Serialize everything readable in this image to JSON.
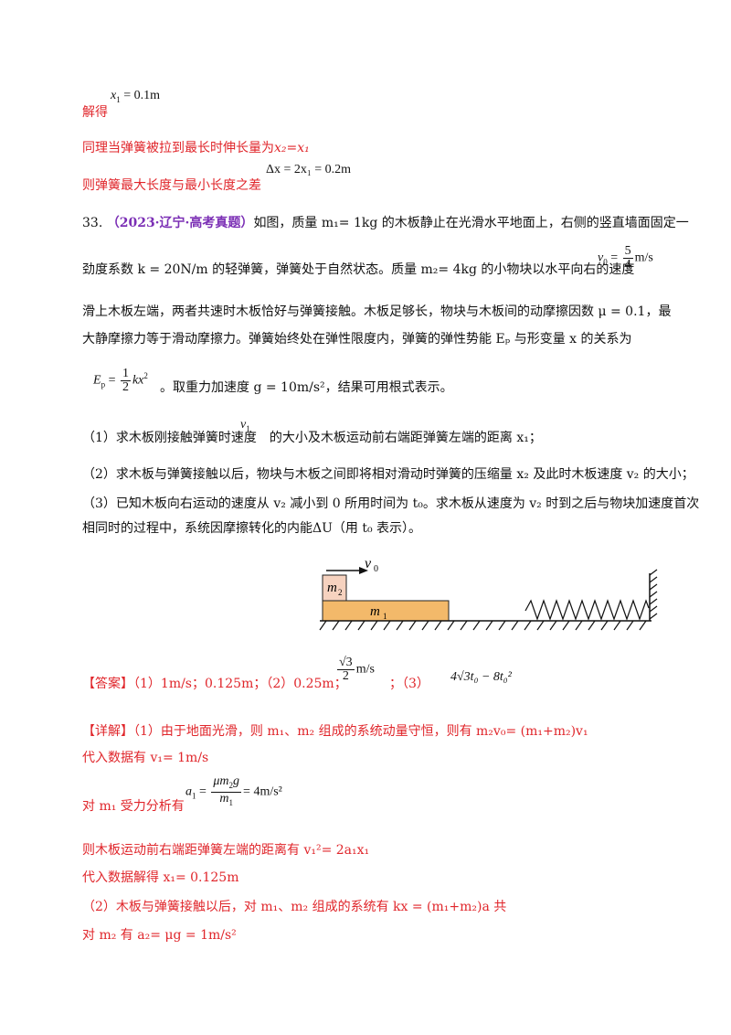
{
  "top": {
    "solve_label": "解得",
    "x1_eq": "= 0.1m",
    "line2": "同理当弹簧被拉到最长时伸长量为",
    "line2_eq": "x₂=x₁",
    "line3": "则弹簧最大长度与最小长度之差",
    "line3_eq": "Δx = 2x₁ = 0.2m"
  },
  "problem": {
    "number": "33.",
    "source": "（2023·辽宁·高考真题）",
    "p1": "如图，质量 m₁= 1kg 的木板静止在光滑水平地面上，右侧的竖直墙面固定一",
    "p2a": "劲度系数 k = 20N/m 的轻弹簧，弹簧处于自然状态。质量 m₂= 4kg 的小物块以水平向右的速度",
    "v0_num": "5",
    "v0_den": "4",
    "v0_unit": "m/s",
    "p3": "滑上木板左端，两者共速时木板恰好与弹簧接触。木板足够长，物块与木板间的动摩擦因数 μ = 0.1，最",
    "p4": "大静摩擦力等于滑动摩擦力。弹簧始终处在弹性限度内，弹簧的弹性势能 Eₚ 与形变量 x 的关系为",
    "p5": "。取重力加速度 g = 10m/s²，结果可用根式表示。",
    "q1a": "（1）求木板刚接触弹簧时速度",
    "q1b": "的大小及木板运动前右端距弹簧左端的距离 x₁；",
    "q2": "（2）求木板与弹簧接触以后，物块与木板之间即将相对滑动时弹簧的压缩量 x₂ 及此时木板速度 v₂ 的大小；",
    "q3a": "（3）已知木板向右运动的速度从 v₂ 减小到 0 所用时间为 t₀。求木板从速度为 v₂ 时到之后与物块加速度首次",
    "q3b": "相同时的过程中，系统因摩擦转化的内能ΔU（用 t₀ 表示）。"
  },
  "figure": {
    "v0_label": "v",
    "v0_sub": "0",
    "m2_label": "m",
    "m2_sub": "2",
    "m1_label": "m",
    "m1_sub": "1",
    "board_color": "#f3b96a",
    "block_color": "#f6d2bf"
  },
  "answer": {
    "tag": "【答案】",
    "a1": "（1）1m/s；0.125m；（2）0.25m；",
    "a2_unit": "m/s",
    "a2_sep": "；（3）",
    "a3": "4√3t₀ − 8t₀²"
  },
  "detail": {
    "tag": "【详解】",
    "l1": "（1）由于地面光滑，则 m₁、m₂ 组成的系统动量守恒，则有 m₂v₀= (m₁+m₂)v₁",
    "l2": "代入数据有 v₁= 1m/s",
    "l3": "对 m₁ 受力分析有",
    "a1_result": "= 4m/s²",
    "l4": "则木板运动前右端距弹簧左端的距离有 v₁²= 2a₁x₁",
    "l5": "代入数据解得 x₁= 0.125m",
    "l6": "（2）木板与弹簧接触以后，对 m₁、m₂ 组成的系统有 kx = (m₁+m₂)a 共",
    "l7": "对 m₂ 有 a₂= μg = 1m/s²"
  }
}
